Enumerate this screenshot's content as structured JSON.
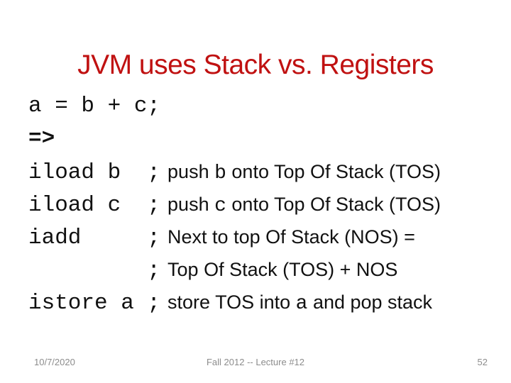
{
  "slide": {
    "title": "JVM uses Stack vs. Registers",
    "title_color": "#c01111",
    "background_color": "#ffffff"
  },
  "code_listing": {
    "lines": [
      {
        "code": "a = b + c;",
        "bold": false,
        "comment": []
      },
      {
        "code": "=>",
        "bold": true,
        "comment": []
      },
      {
        "code": "iload b  ;",
        "bold": false,
        "comment": [
          {
            "text": "push ",
            "mono": false
          },
          {
            "text": "b",
            "mono": true
          },
          {
            "text": " onto Top Of Stack (TOS)",
            "mono": false
          }
        ]
      },
      {
        "code": "iload c  ;",
        "bold": false,
        "comment": [
          {
            "text": "push ",
            "mono": false
          },
          {
            "text": "c",
            "mono": true
          },
          {
            "text": " onto Top Of Stack (TOS)",
            "mono": false
          }
        ]
      },
      {
        "code": "iadd     ;",
        "bold": false,
        "comment": [
          {
            "text": "Next to top Of Stack (NOS) =",
            "mono": false
          }
        ]
      },
      {
        "code": "         ;",
        "bold": false,
        "comment": [
          {
            "text": "Top Of Stack (TOS) + NOS",
            "mono": false
          }
        ]
      },
      {
        "code": "istore a ;",
        "bold": false,
        "comment": [
          {
            "text": "store TOS into ",
            "mono": false
          },
          {
            "text": "a",
            "mono": true
          },
          {
            "text": " and pop stack",
            "mono": false
          }
        ]
      }
    ]
  },
  "footer": {
    "date": "10/7/2020",
    "course": "Fall 2012 -- Lecture #12",
    "page_number": "52",
    "text_color": "#8c8c8c"
  }
}
